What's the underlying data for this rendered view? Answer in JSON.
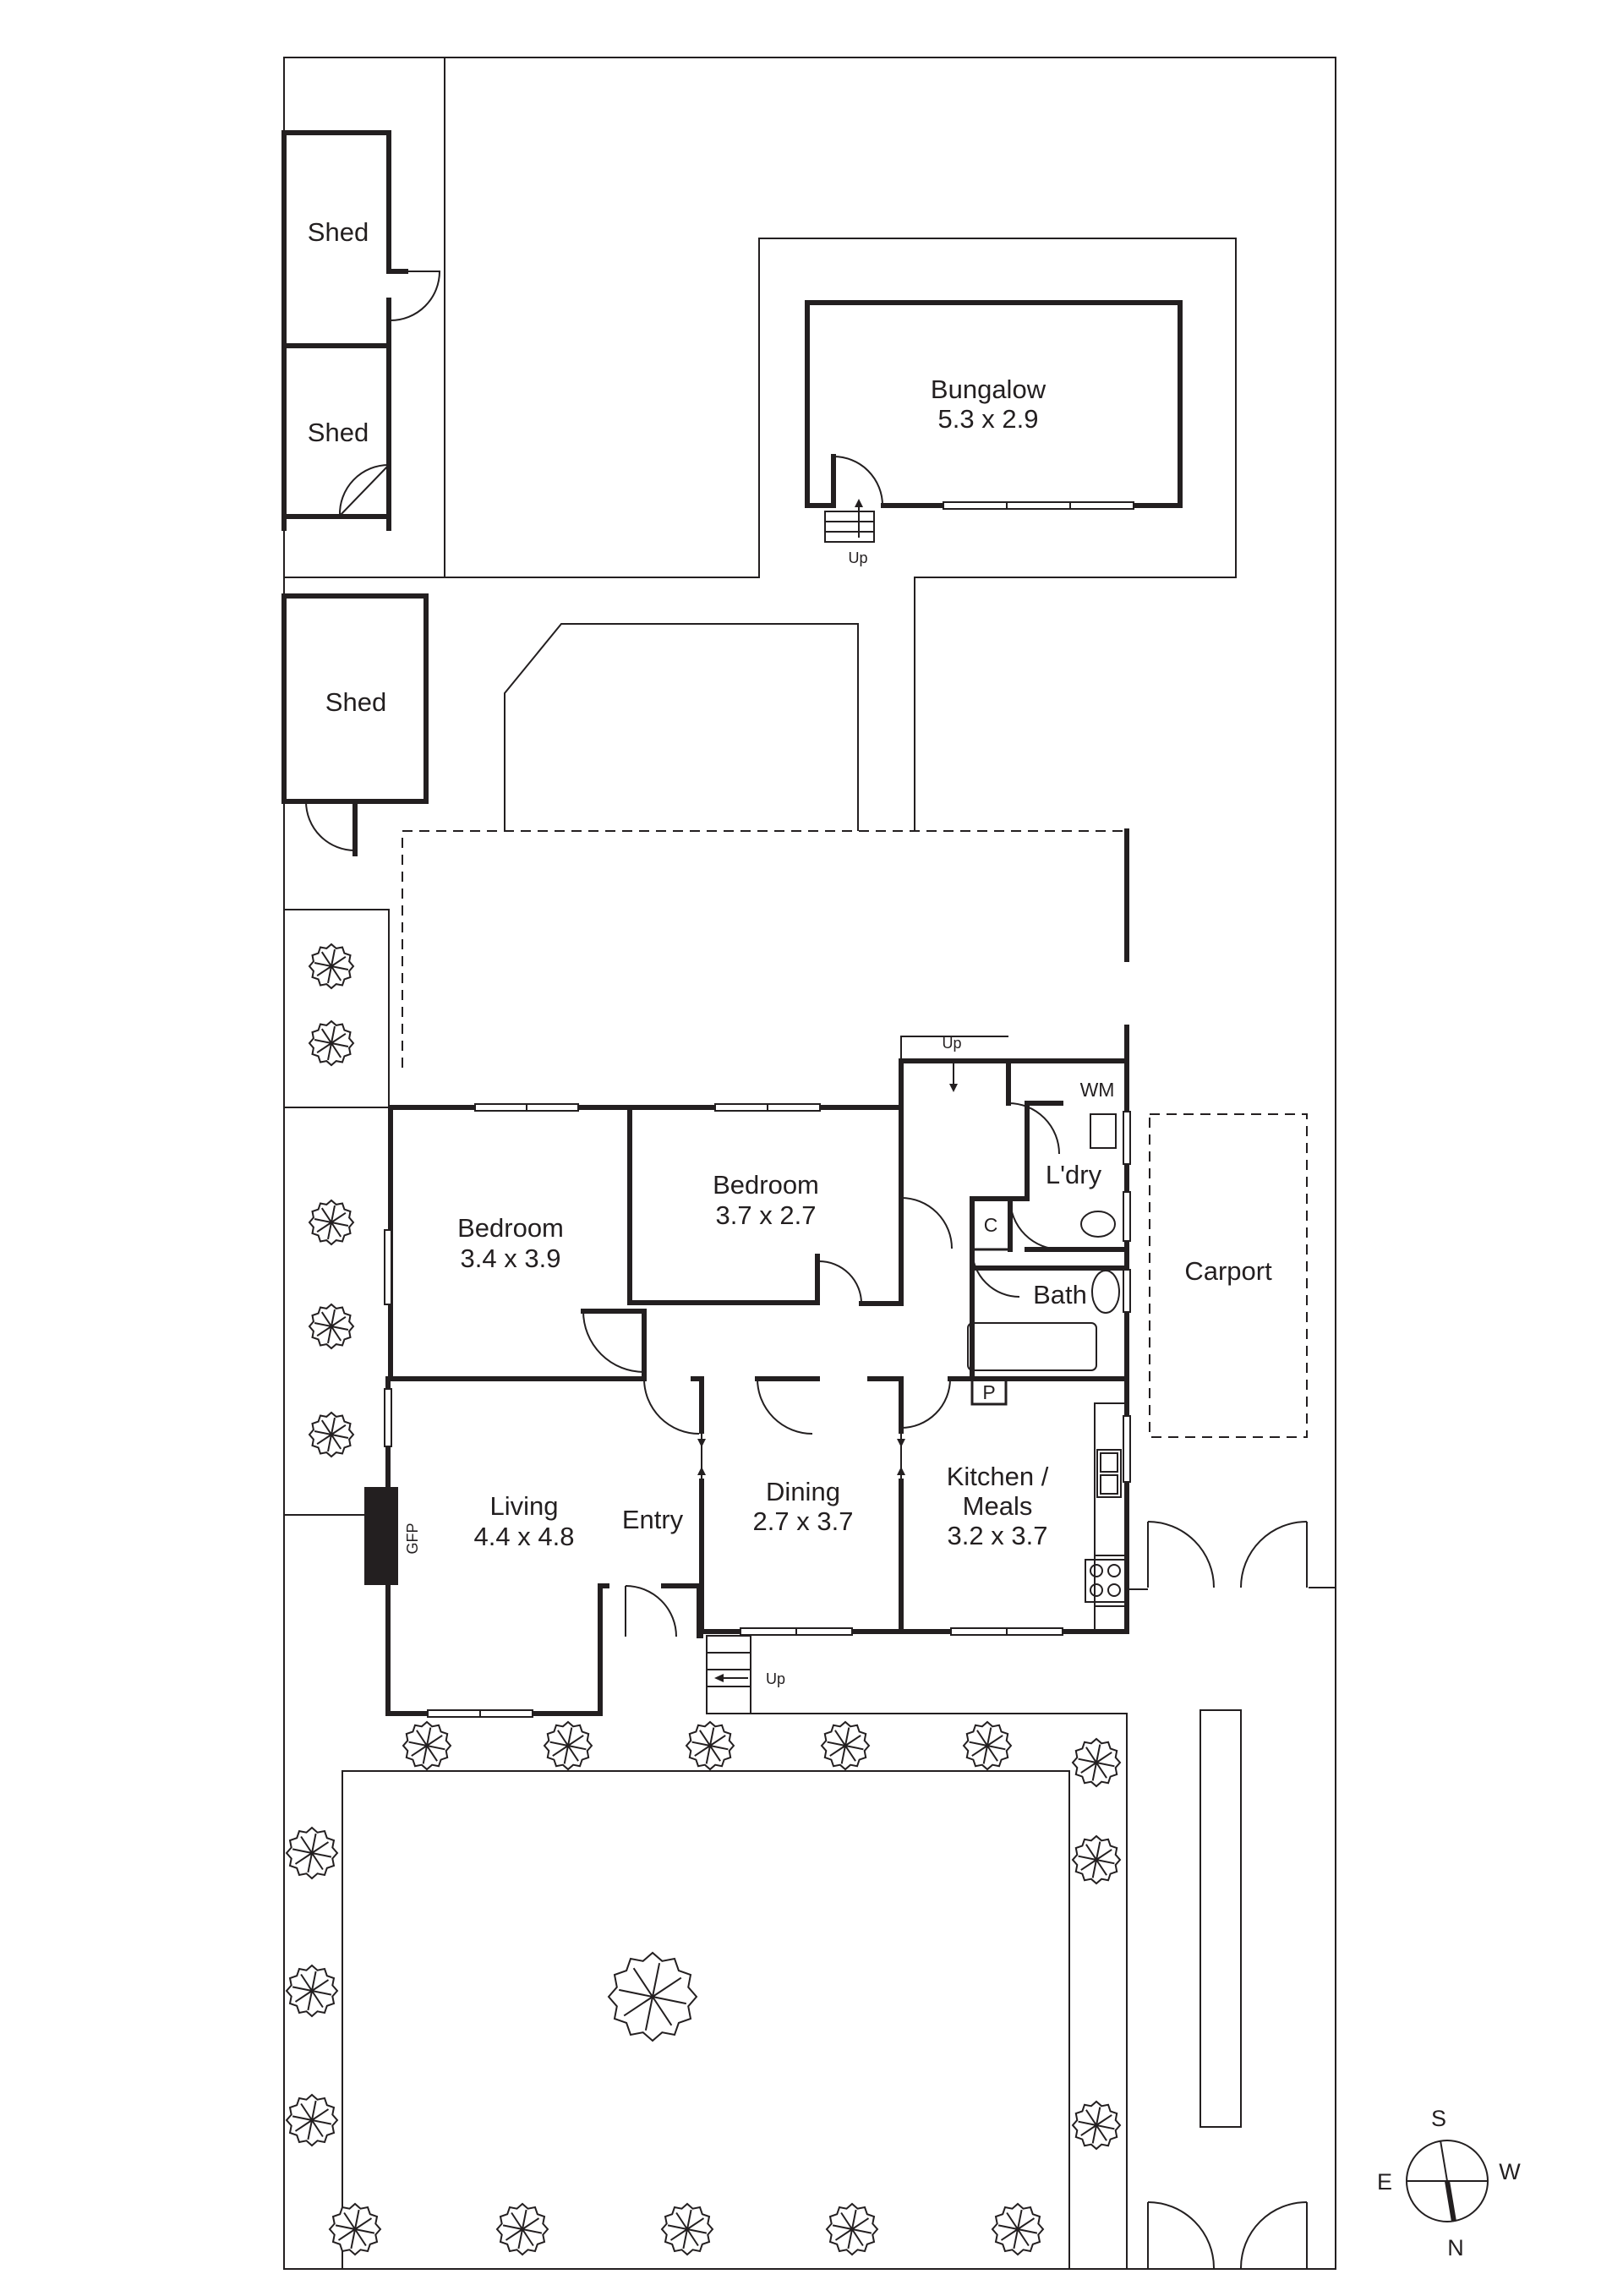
{
  "rooms": {
    "shed_1": {
      "name": "Shed"
    },
    "shed_2": {
      "name": "Shed"
    },
    "shed_3": {
      "name": "Shed"
    },
    "bungalow": {
      "name": "Bungalow",
      "size": "5.3 x 2.9"
    },
    "bedroom_1": {
      "name": "Bedroom",
      "size": "3.4 x 3.9"
    },
    "bedroom_2": {
      "name": "Bedroom",
      "size": "3.7 x 2.7"
    },
    "living": {
      "name": "Living",
      "size": "4.4 x 4.8"
    },
    "entry": {
      "name": "Entry"
    },
    "dining": {
      "name": "Dining",
      "size": "2.7 x 3.7"
    },
    "kitchen": {
      "name_line1": "Kitchen /",
      "name_line2": "Meals",
      "size": "3.2 x 3.7"
    },
    "laundry": {
      "name": "L'dry"
    },
    "bath": {
      "name": "Bath"
    },
    "carport": {
      "name": "Carport"
    }
  },
  "fixtures": {
    "wm": "WM",
    "cupboard": "C",
    "pantry": "P",
    "gfp": "GFP",
    "up_bungalow": "Up",
    "up_rear": "Up",
    "up_front": "Up"
  },
  "compass": {
    "north": "N",
    "south": "S",
    "east": "E",
    "west": "W"
  },
  "colors": {
    "ink": "#231f20",
    "background": "#ffffff"
  }
}
